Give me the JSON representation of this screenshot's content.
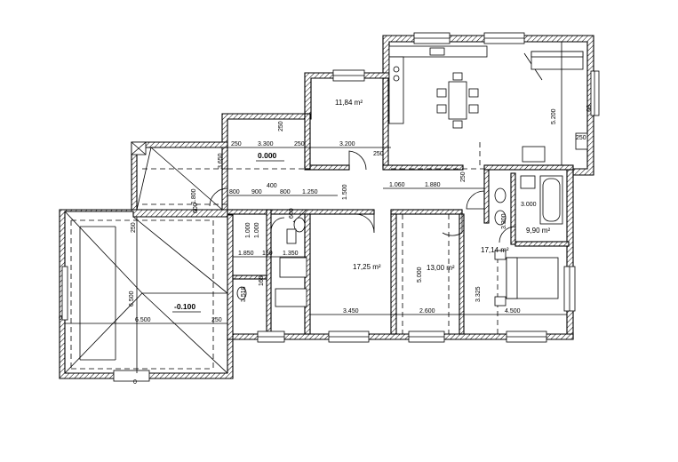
{
  "levels": {
    "main": "0.000",
    "garage": "-0.100"
  },
  "areas": {
    "kitchen": "11,84 m²",
    "living": "17,25 m²",
    "bedroom1": "13,00 m²",
    "bedroom2": "17,14 m²",
    "bathroom": "9,90 m²"
  },
  "dims": {
    "d250a": "250",
    "d3300": "3.300",
    "d250b": "250",
    "d3200": "3.200",
    "d250c": "250",
    "d250d": "250",
    "d3650": "3.650",
    "d1800": "1.800",
    "d800a": "800",
    "d900": "900",
    "d400": "400",
    "d800b": "800",
    "d1250": "1.250",
    "d1500": "1.500",
    "d1060": "1.060",
    "d1880": "1.880",
    "d250e": "250",
    "d3000": "3.000",
    "d5200": "5.200",
    "d250f": "250",
    "d90": "90",
    "d1000a": "1.000",
    "d1000b": "1.000",
    "d600a": "600",
    "d600b": "600",
    "d1850": "1.850",
    "d150": "150",
    "d1350": "1.350",
    "d3300b": "3.300",
    "d250g": "250",
    "d6500v": "6.500",
    "d6500h": "6.500",
    "d250h": "250",
    "d3518": "3.518",
    "d1600": "160",
    "d3450": "3.450",
    "d5000": "5.000",
    "d2600": "2.600",
    "d3325": "3.325",
    "d4500": "4.500",
    "d0": "0",
    "d0b": "0"
  }
}
